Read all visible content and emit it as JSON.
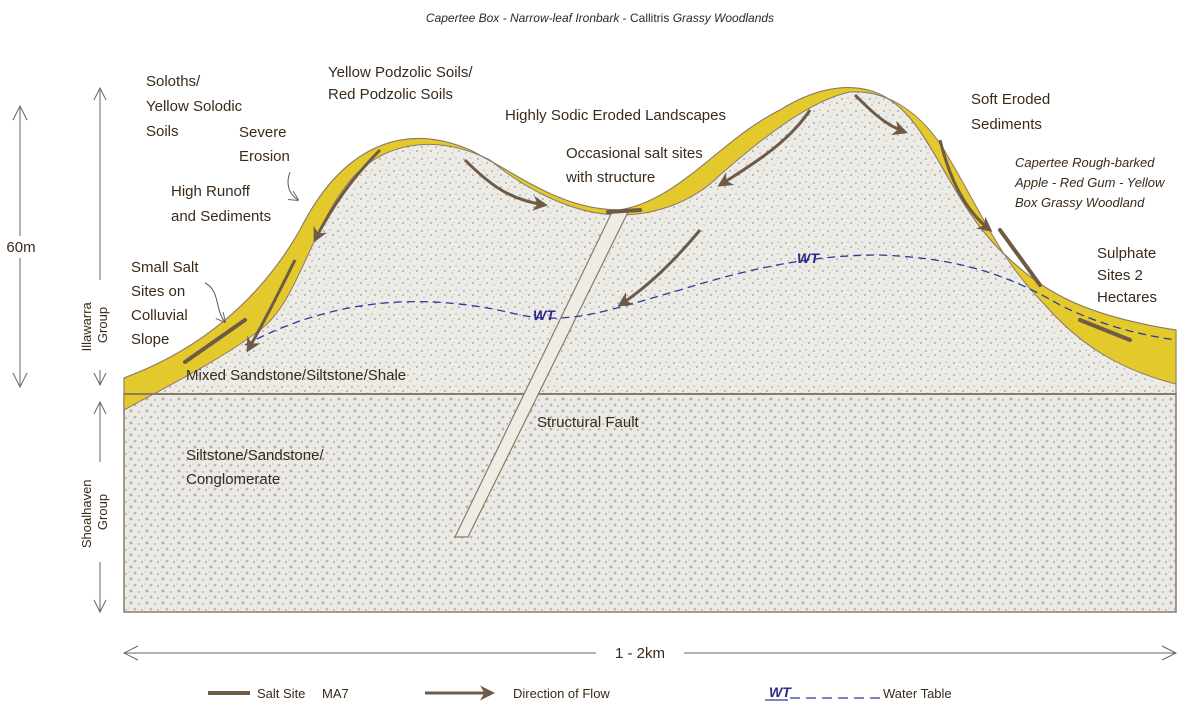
{
  "title": {
    "part1": "Capertee Box - ",
    "part2": "Narrow-leaf Ironbark",
    "part3": " - Callitris ",
    "part4": "Grassy Woodlands"
  },
  "labels": {
    "soloths": [
      "Soloths/",
      "Yellow Solodic",
      "Soils"
    ],
    "yellow_podzolic": [
      "Yellow Podzolic Soils/",
      "Red Podzolic Soils"
    ],
    "severe_erosion": [
      "Severe",
      "Erosion"
    ],
    "high_runoff": [
      "High Runoff",
      "and Sediments"
    ],
    "small_salt": [
      "Small Salt",
      "Sites on",
      "Colluvial",
      "Slope"
    ],
    "highly_sodic": "Highly Sodic Eroded Landscapes",
    "occasional_salt": [
      "Occasional salt sites",
      "with structure"
    ],
    "soft_eroded": [
      "Soft Eroded",
      "Sediments"
    ],
    "capertee_rough": [
      "Capertee Rough-barked",
      "Apple - Red Gum - Yellow",
      "Box Grassy Woodland"
    ],
    "sulphate": [
      "Sulphate",
      "Sites 2",
      "Hectares"
    ],
    "mixed_sandstone": "Mixed Sandstone/Siltstone/Shale",
    "siltstone": [
      "Siltstone/Sandstone/",
      "Conglomerate"
    ],
    "structural_fault": "Structural Fault",
    "wt_left": "WT",
    "wt_right": "WT"
  },
  "scale": {
    "vertical": "60m",
    "horizontal": "1 - 2km",
    "illawarra": [
      "Illawarra",
      "Group"
    ],
    "shoalhaven": [
      "Shoalhaven",
      "Group"
    ]
  },
  "legend": {
    "salt_site": "Salt Site",
    "ma7": "MA7",
    "direction": "Direction of Flow",
    "wt": "WT",
    "water_table": "Water Table"
  },
  "colors": {
    "soil": "#e3c92c",
    "rock_fill": "#ebe8e2",
    "salt": "#6e5a45",
    "arrow": "#6e5a45",
    "water_table": "#2e3a9a",
    "text": "#3a2a1a"
  }
}
